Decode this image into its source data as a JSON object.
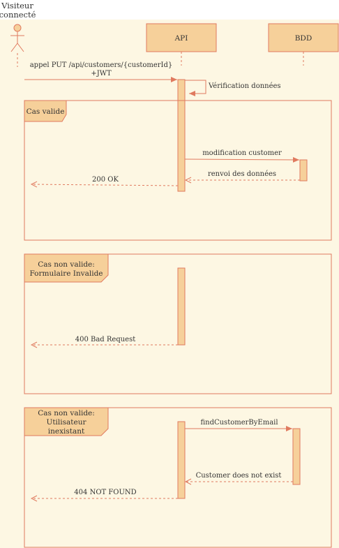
{
  "colors": {
    "background": "#fdf7e3",
    "accent": "#e07a5f",
    "box_fill": "#f6d09a",
    "box_stroke": "#e07a5f",
    "activation_fill": "#f6d09a",
    "text": "#333333"
  },
  "participants": {
    "visitor": {
      "label_line1": "Visiteur",
      "label_line2": "connecté",
      "icon": "stick-figure-icon"
    },
    "api": {
      "label": "API"
    },
    "bdd": {
      "label": "BDD"
    }
  },
  "messages": {
    "request_line1": "appel PUT /api/customers/{customerId}",
    "request_line2": "+JWT",
    "verification": "Vérification données"
  },
  "fragments": [
    {
      "title_lines": [
        "Cas valide"
      ],
      "messages": [
        "modification customer",
        "renvoi des données",
        "200 OK"
      ]
    },
    {
      "title_lines": [
        "Cas non valide:",
        "Formulaire Invalide"
      ],
      "messages": [
        "400 Bad Request"
      ]
    },
    {
      "title_lines": [
        "Cas non valide:",
        "Utilisateur",
        "inexistant"
      ],
      "messages": [
        "findCustomerByEmail",
        "Customer does not exist",
        "404 NOT FOUND"
      ]
    }
  ]
}
